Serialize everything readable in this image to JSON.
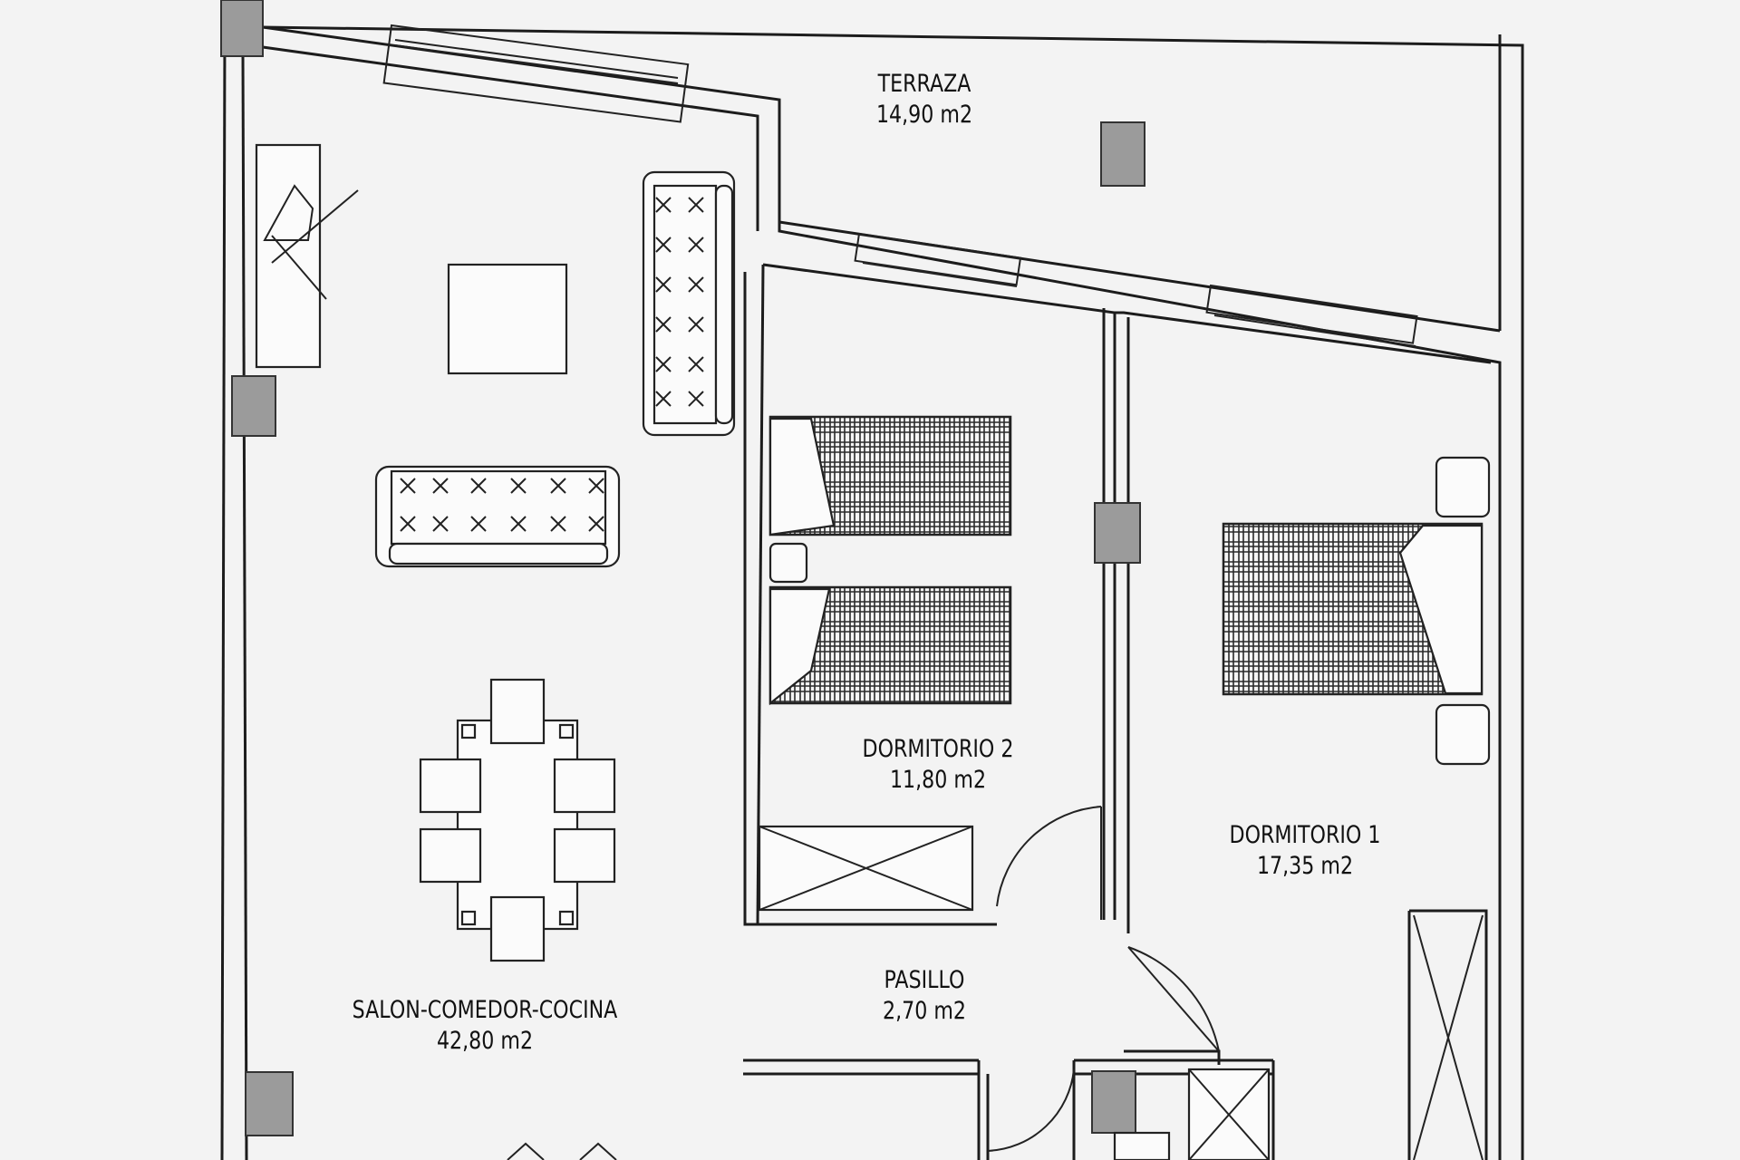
{
  "plan": {
    "rooms": [
      {
        "id": "terraza",
        "name": "TERRAZA",
        "area": "14,90 m2"
      },
      {
        "id": "dormitorio2",
        "name": "DORMITORIO 2",
        "area": "11,80 m2"
      },
      {
        "id": "dormitorio1",
        "name": "DORMITORIO 1",
        "area": "17,35 m2"
      },
      {
        "id": "pasillo",
        "name": "PASILLO",
        "area": "2,70 m2"
      },
      {
        "id": "salon",
        "name": "SALON-COMEDOR-COCINA",
        "area": "42,80 m2"
      }
    ],
    "colors": {
      "wall": "#1c1c1c",
      "column": "#9b9b9b",
      "paper": "#f3f3f3"
    }
  }
}
